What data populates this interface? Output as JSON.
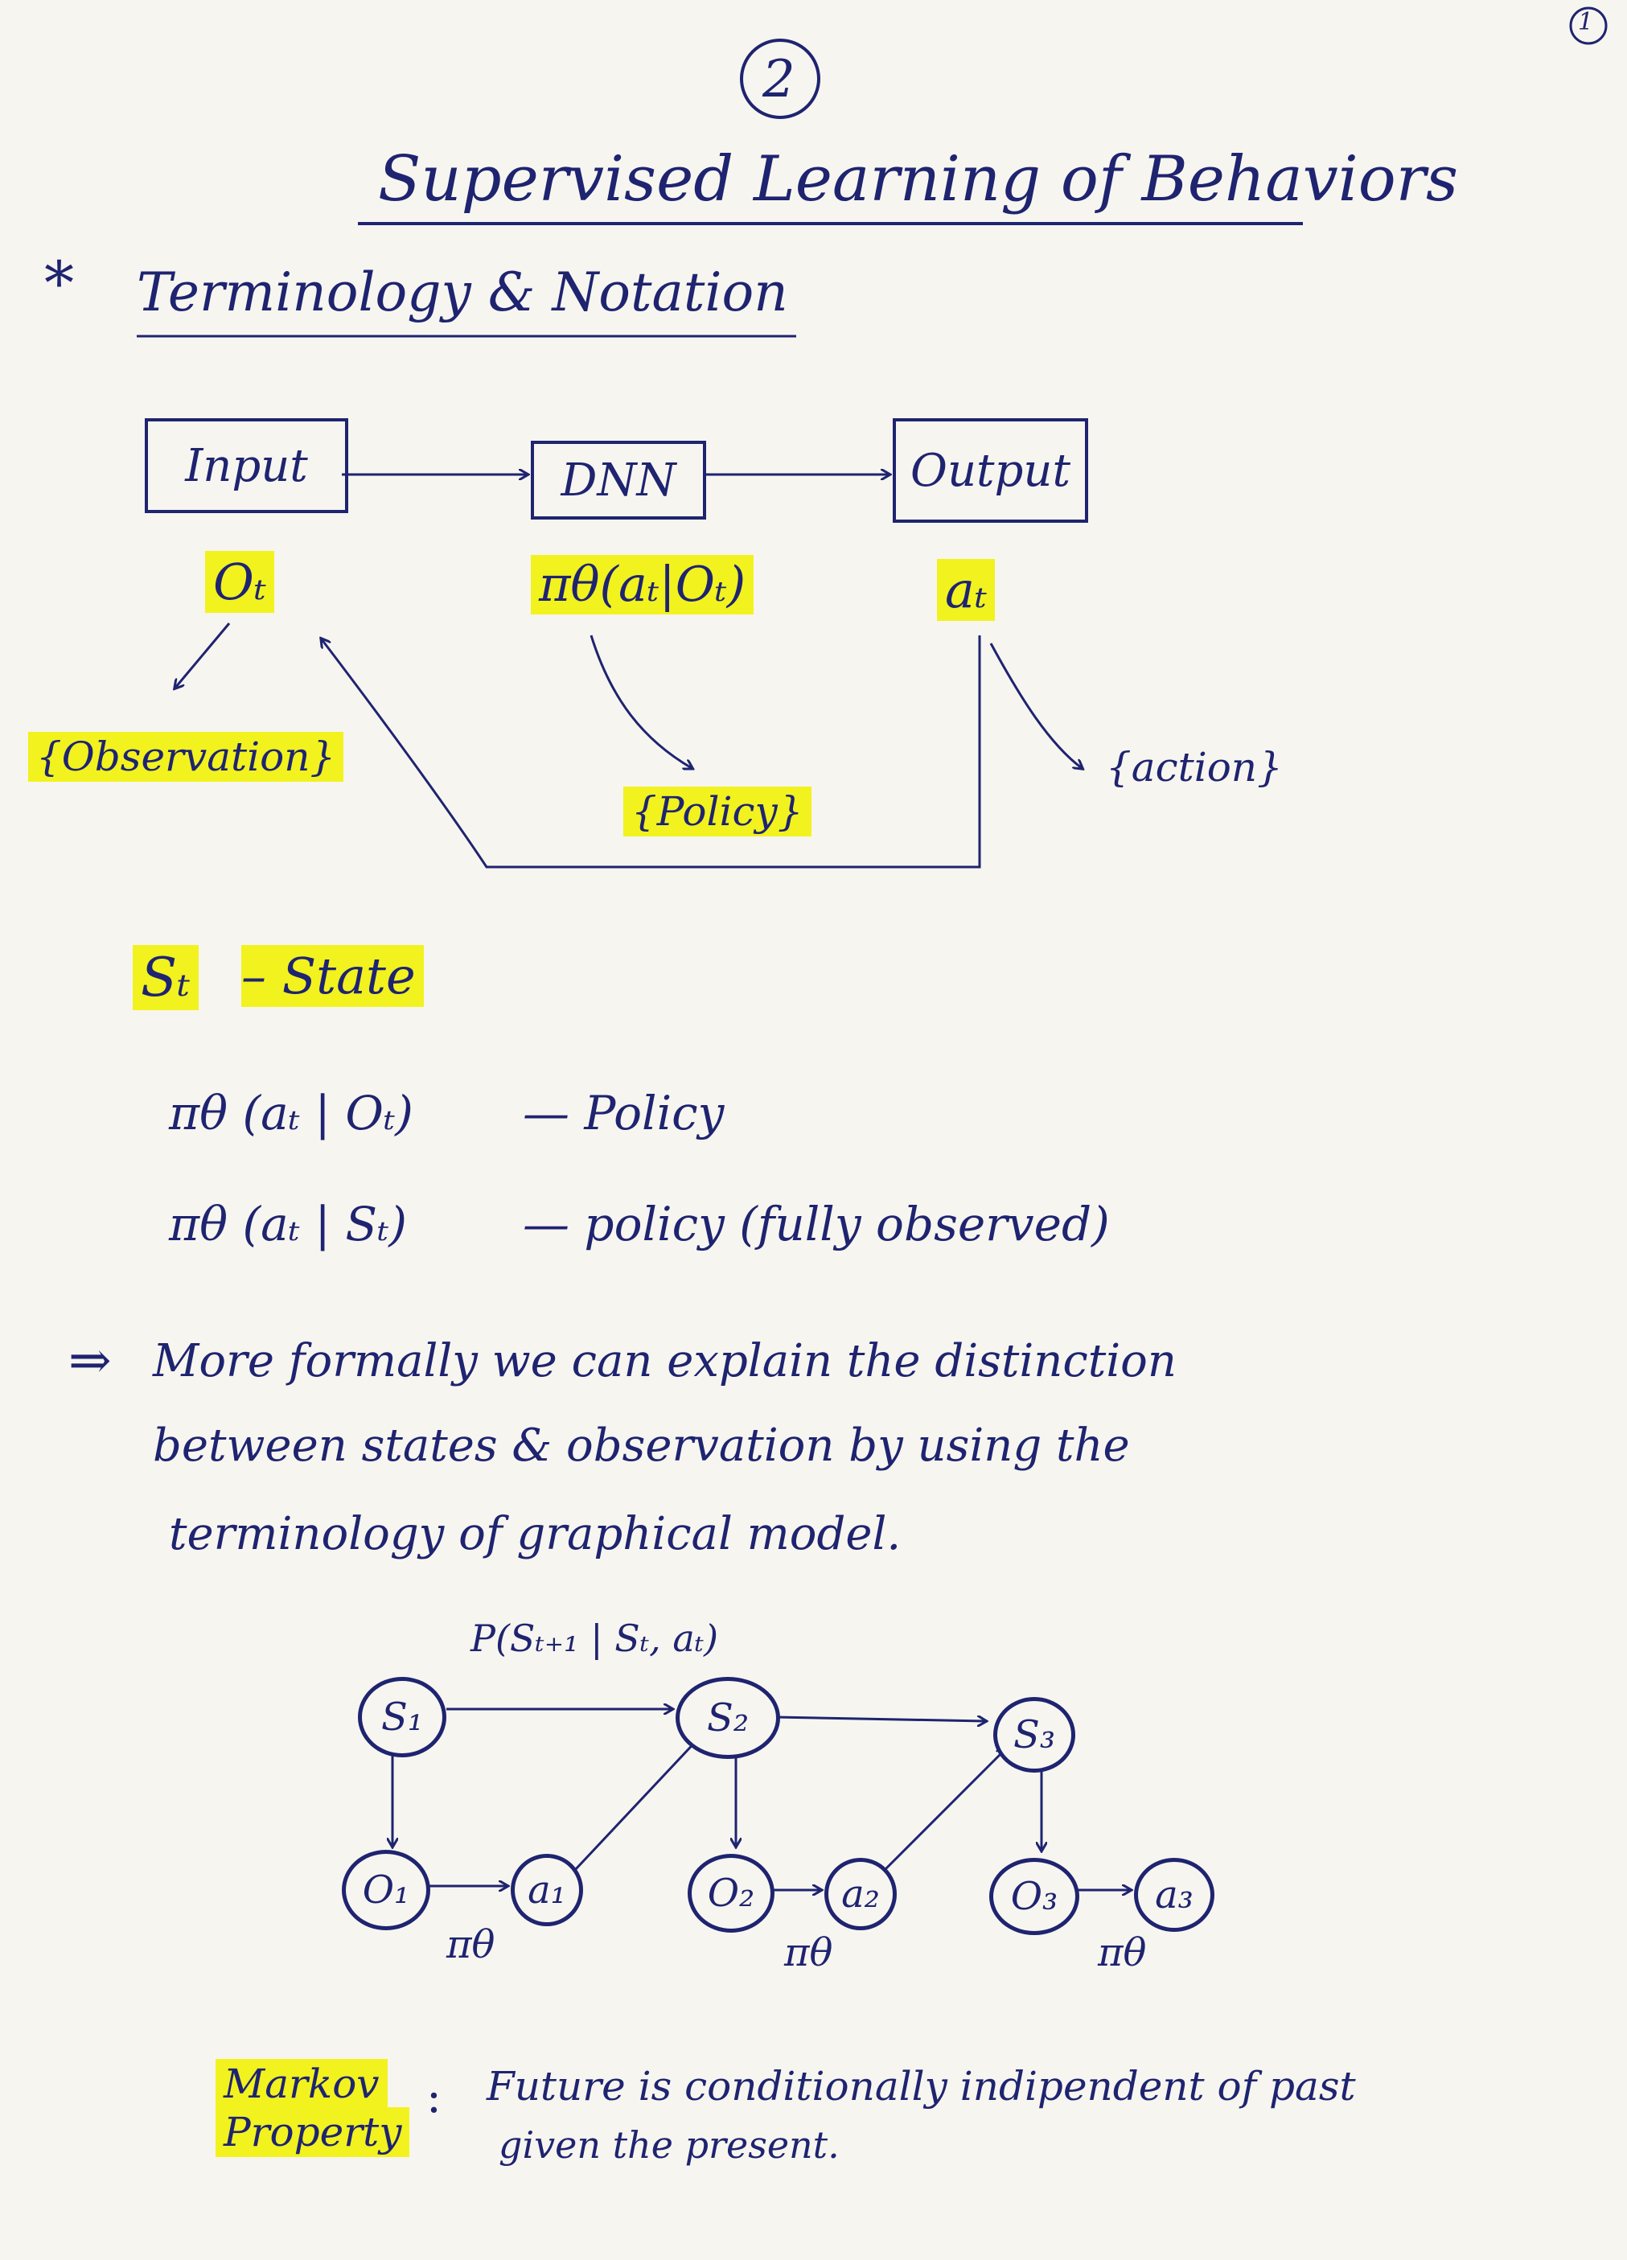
{
  "page_number": "1",
  "section_number": "2",
  "title": "Supervised Learning of Behaviors",
  "heading": {
    "bullet": "*",
    "text": "Terminology & Notation"
  },
  "pipeline": {
    "input_box": "Input",
    "dnn_box": "DNN",
    "output_box": "Output",
    "input_symbol": "Oₜ",
    "dnn_symbol": "πθ(aₜ|Oₜ)",
    "output_symbol": "aₜ",
    "input_label": "{Observation}",
    "dnn_label": "{Policy}",
    "output_label": "{action}"
  },
  "state_line": {
    "symbol": "Sₜ",
    "text": "– State"
  },
  "policy_lines": [
    {
      "expr": "πθ (aₜ | Oₜ)",
      "desc": "— Policy"
    },
    {
      "expr": "πθ (aₜ | Sₜ)",
      "desc": "— policy (fully observed)"
    }
  ],
  "paragraph": {
    "arrow": "⇒",
    "line1": "More formally we can explain the distinction",
    "line2": "between states & observation by using the",
    "line3": "terminology of graphical model."
  },
  "graph": {
    "transition_label": "P(Sₜ₊₁ | Sₜ, aₜ)",
    "states": [
      "S₁",
      "S₂",
      "S₃"
    ],
    "observations": [
      "O₁",
      "O₂",
      "O₃"
    ],
    "actions": [
      "a₁",
      "a₂",
      "a₃"
    ],
    "policy_labels": [
      "πθ",
      "πθ",
      "πθ"
    ]
  },
  "markov": {
    "term_line1": "Markov",
    "term_line2": "Property",
    "colon": ":",
    "def_line1": "Future is conditionally indipendent of past",
    "def_line2": "given the present."
  },
  "colors": {
    "ink": "#1e2470",
    "highlight": "#f2f21f",
    "paper": "#f7f5ef"
  }
}
